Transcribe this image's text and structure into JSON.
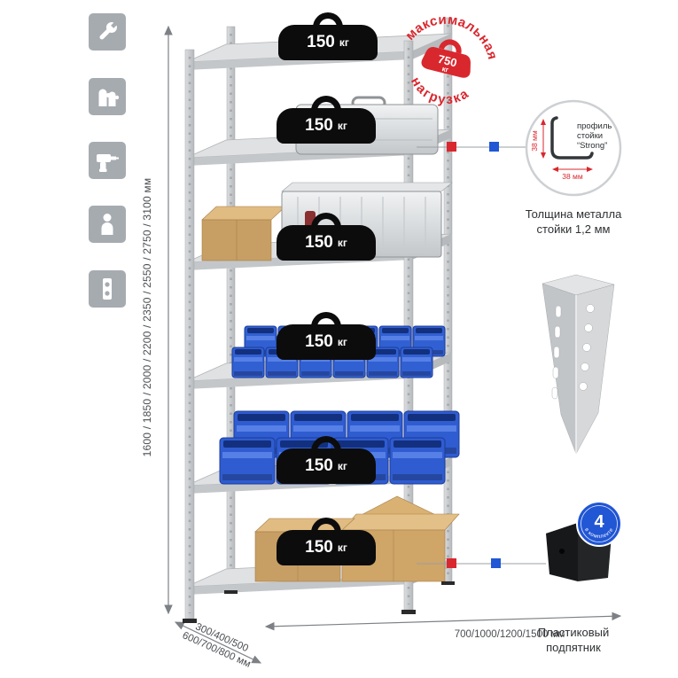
{
  "colors": {
    "accent_red": "#d9272e",
    "accent_blue": "#2156d4",
    "icon_gray": "#a6abb0",
    "bin_blue": "#3160d2"
  },
  "left_toolbar": {
    "icons": [
      {
        "name": "wrench"
      },
      {
        "name": "gloves"
      },
      {
        "name": "drill"
      },
      {
        "name": "person"
      },
      {
        "name": "level"
      }
    ]
  },
  "dimensions": {
    "height": "1600 / 1850 / 2000 / 2200 / 2350 / 2550 / 2750 / 3100 мм",
    "depth_line1": "300/400/500",
    "depth_line2": "600/700/800 мм",
    "width": "700/1000/1200/1500 мм"
  },
  "shelves": [
    {
      "load_value": "150",
      "load_unit": "кг"
    },
    {
      "load_value": "150",
      "load_unit": "кг"
    },
    {
      "load_value": "150",
      "load_unit": "кг"
    },
    {
      "load_value": "150",
      "load_unit": "кг"
    },
    {
      "load_value": "150",
      "load_unit": "кг"
    },
    {
      "load_value": "150",
      "load_unit": "кг"
    }
  ],
  "max_load_stamp": {
    "arc_top": "максимальная",
    "arc_bottom": "нагрузка",
    "value": "750",
    "unit": "кг"
  },
  "profile_detail": {
    "line1": "профиль",
    "line2": "стойки",
    "line3": "“Strong”",
    "dim_vertical": "38 мм",
    "dim_horizontal": "38 мм",
    "caption_line1": "Толщина металла",
    "caption_line2": "стойки 1,2 мм"
  },
  "foot_detail": {
    "count": "4",
    "count_caption": "в комплекте",
    "caption_line1": "Пластиковый",
    "caption_line2": "подпятник"
  }
}
